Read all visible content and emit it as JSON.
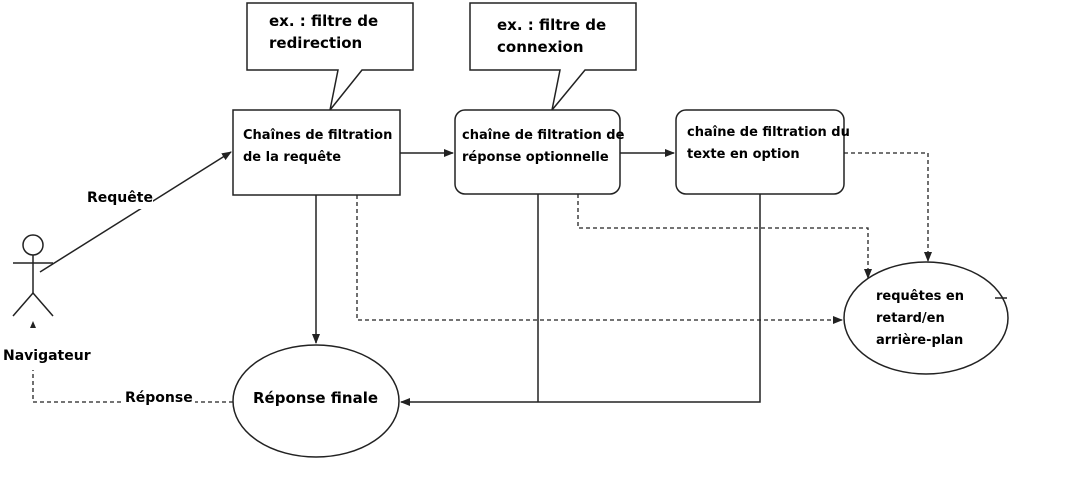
{
  "callouts": {
    "redirect": {
      "line1": "ex. : filtre de",
      "line2": "redirection"
    },
    "connexion": {
      "line1": "ex. : filtre de",
      "line2": "connexion"
    }
  },
  "boxes": {
    "requete": {
      "line1": "Chaînes de filtration",
      "line2": "de la requête"
    },
    "reponse_opt": {
      "line1": "chaîne de filtration de",
      "line2": "réponse optionnelle"
    },
    "texte_opt": {
      "line1": "chaîne de filtration du",
      "line2": "texte en option"
    }
  },
  "ellipses": {
    "finale": "Réponse finale",
    "background": {
      "line1": "requêtes en",
      "line2": "retard/en",
      "line3": "arrière-plan"
    }
  },
  "actor": {
    "label": "Navigateur"
  },
  "edges": {
    "requete": "Requête",
    "reponse": "Réponse"
  }
}
